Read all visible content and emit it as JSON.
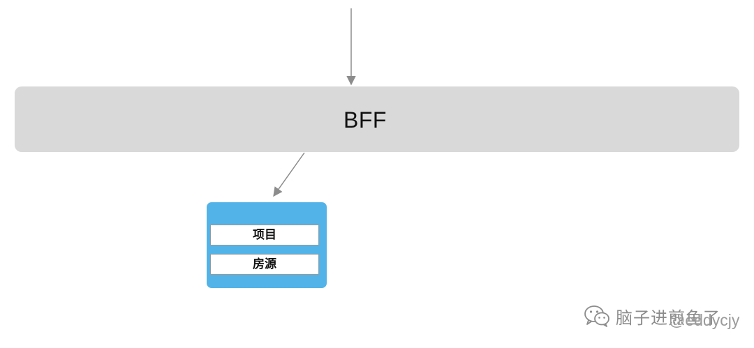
{
  "diagram": {
    "bff_label": "BFF",
    "service_items": [
      "项目",
      "房源"
    ]
  },
  "watermark": {
    "icon": "wechat-icon",
    "account_name": "脑子进煎鱼了",
    "handle": "@eddycjy"
  },
  "colors": {
    "bff_fill": "#d9d9d9",
    "service_fill": "#52b3e8",
    "arrow": "#8c8c8c",
    "watermark_text": "#8c8c8c"
  }
}
